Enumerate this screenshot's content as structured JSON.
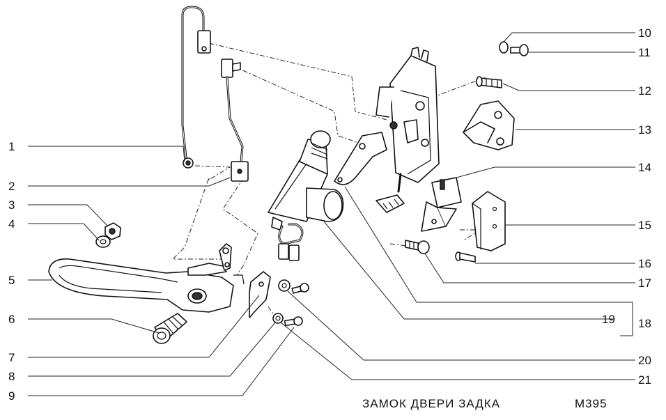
{
  "caption": {
    "title": "ЗАМОК ДВЕРИ ЗАДКА",
    "code": "М395"
  },
  "callouts": {
    "left": [
      "1",
      "2",
      "3",
      "4",
      "5",
      "6",
      "7",
      "8",
      "9"
    ],
    "right": [
      "10",
      "11",
      "12",
      "13",
      "14",
      "15",
      "16",
      "17",
      "18",
      "19",
      "20",
      "21"
    ]
  }
}
